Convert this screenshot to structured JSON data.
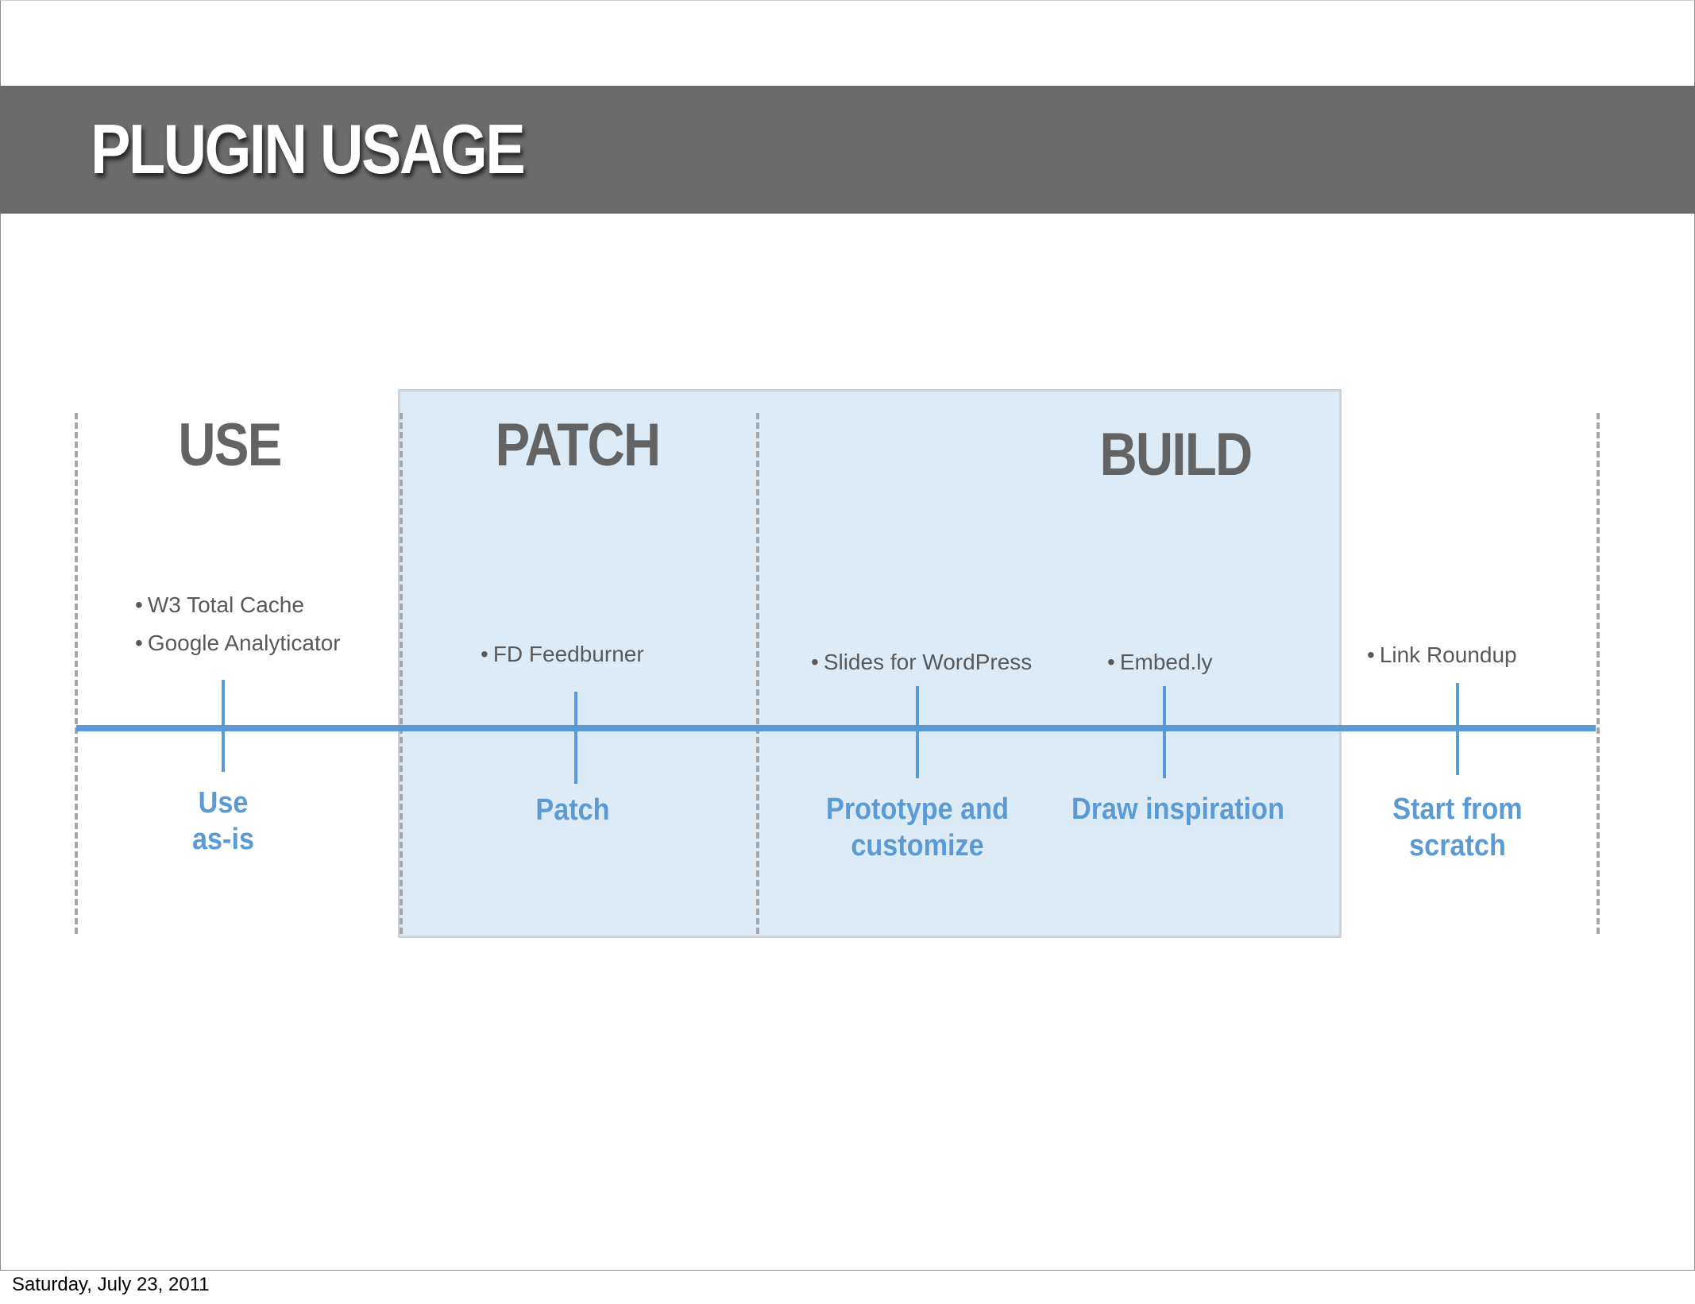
{
  "slide": {
    "title": "PLUGIN USAGE",
    "footer_date": "Saturday, July 23, 2011"
  },
  "phases": {
    "use": "USE",
    "patch": "PATCH",
    "build": "BUILD"
  },
  "plugins": {
    "w3_total_cache": "W3 Total Cache",
    "google_analyticator": "Google Analyticator",
    "fd_feedburner": "FD Feedburner",
    "slides_for_wordpress": "Slides for WordPress",
    "embedly": "Embed.ly",
    "link_roundup": "Link Roundup"
  },
  "stages": {
    "use_as_is": [
      "Use",
      "as-is"
    ],
    "patch": [
      "Patch"
    ],
    "prototype": [
      "Prototype and",
      "customize"
    ],
    "draw_inspiration": [
      "Draw inspiration"
    ],
    "start_from_scratch": [
      "Start from",
      "scratch"
    ]
  },
  "bullet": "•",
  "colors": {
    "title_bar": "#6b6b6b",
    "highlight_fill": "#ddebf7",
    "axis_blue": "#5b9bd5",
    "phase_gray": "#636363"
  }
}
